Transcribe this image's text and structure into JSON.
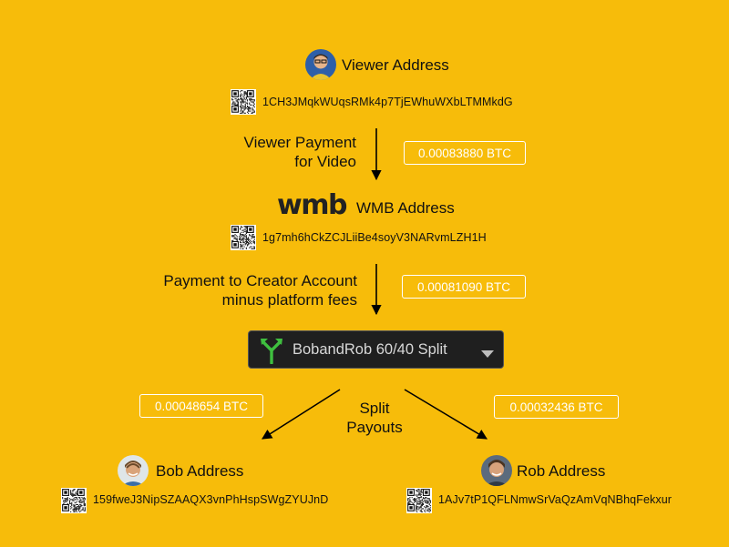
{
  "viewer": {
    "label": "Viewer Address",
    "address": "1CH3JMqkWUqsRMk4p7TjEWhuWXbLTMMkdG"
  },
  "step1": {
    "line1": "Viewer Payment",
    "line2": "for Video",
    "amount": "0.00083880 BTC"
  },
  "wmb": {
    "logo_text": "wmb",
    "label": "WMB Address",
    "address": "1g7mh6hCkZCJLiiBe4soyV3NARvmLZH1H"
  },
  "step2": {
    "line1": "Payment to Creator Account",
    "line2": "minus platform fees",
    "amount": "0.00081090 BTC"
  },
  "split": {
    "name": "BobandRob 60/40 Split",
    "icon": "split-arrows-icon"
  },
  "split_payouts": {
    "line1": "Split",
    "line2": "Payouts"
  },
  "bob": {
    "label": "Bob Address",
    "address": "159fweJ3NipSZAAQX3vnPhHspSWgZYUJnD",
    "amount": "0.00048654 BTC"
  },
  "rob": {
    "label": "Rob Address",
    "address": "1AJv7tP1QFLNmwSrVaQzAmVqNBhqFekxur",
    "amount": "0.00032436 BTC"
  },
  "colors": {
    "background": "#F7BC0A",
    "split_icon": "#3FBF3F",
    "split_box": "#1F1F1F"
  }
}
